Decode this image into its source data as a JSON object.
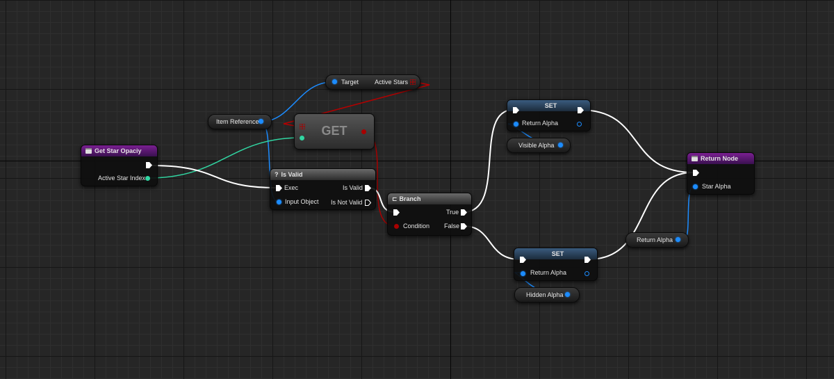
{
  "colors": {
    "exec_wire": "#ffffff",
    "object_wire": "#1c8cff",
    "integer_wire": "#31d6a2",
    "array_wire": "#b40000",
    "boolean_wire": "#a80000",
    "function_header": "#7a1f91",
    "set_header": "#3a5b7e"
  },
  "nodes": {
    "get_star_opacity": {
      "title": "Get Star Opaciy",
      "output_label": "Active Star Index"
    },
    "item_reference": {
      "label": "Item Reference"
    },
    "active_stars": {
      "target_label": "Target",
      "output_label": "Active Stars"
    },
    "get": {
      "title": "GET"
    },
    "is_valid": {
      "title": "Is Valid",
      "icon": "question-icon",
      "exec_label": "Exec",
      "input_label": "Input Object",
      "is_valid_label": "Is Valid",
      "is_not_valid_label": "Is Not Valid"
    },
    "branch": {
      "title": "Branch",
      "icon": "branch-icon",
      "condition_label": "Condition",
      "true_label": "True",
      "false_label": "False"
    },
    "set_top": {
      "title": "SET",
      "var_label": "Return Alpha"
    },
    "visible_alpha": {
      "label": "Visible Alpha"
    },
    "set_bottom": {
      "title": "SET",
      "var_label": "Return Alpha"
    },
    "hidden_alpha": {
      "label": "Hidden Alpha"
    },
    "return_alpha_getter": {
      "label": "Return Alpha"
    },
    "return_node": {
      "title": "Return Node",
      "output_label": "Star Alpha"
    }
  }
}
